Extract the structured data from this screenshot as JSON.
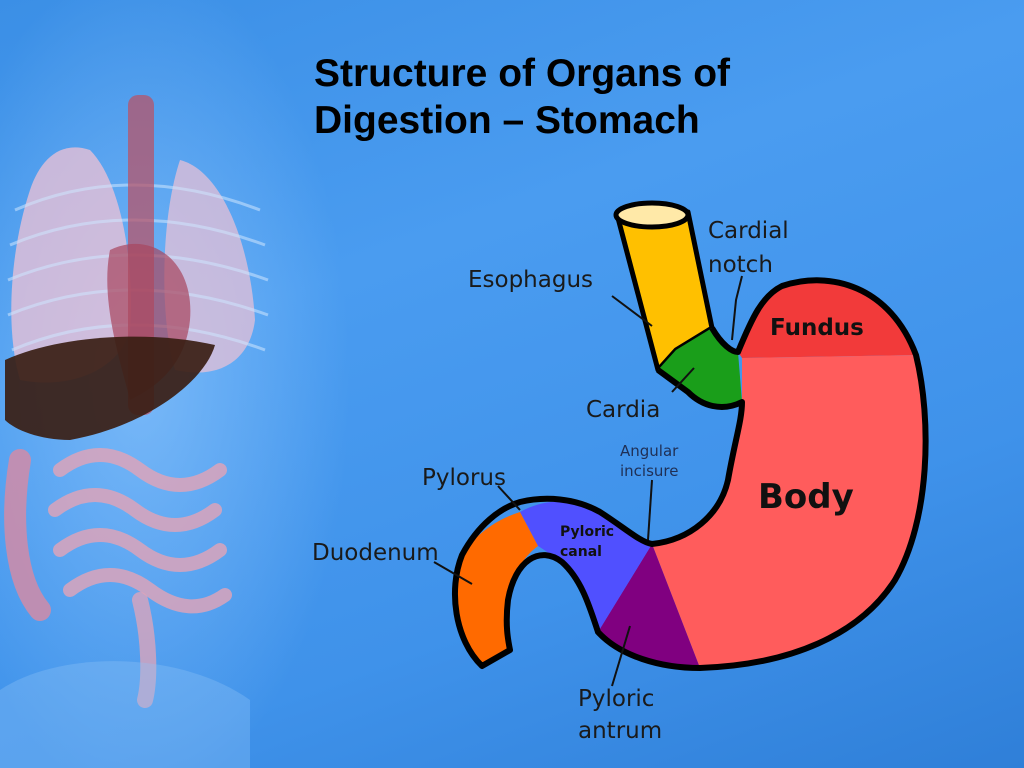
{
  "slide": {
    "title_line1": "Structure of Organs of",
    "title_line2": "Digestion – Stomach"
  },
  "diagram": {
    "labels": {
      "esophagus": "Esophagus",
      "cardial_notch_1": "Cardial",
      "cardial_notch_2": "notch",
      "fundus": "Fundus",
      "cardia": "Cardia",
      "angular_incisure_1": "Angular",
      "angular_incisure_2": "incisure",
      "pylorus": "Pylorus",
      "body": "Body",
      "pyloric_canal_1": "Pyloric",
      "pyloric_canal_2": "canal",
      "duodenum": "Duodenum",
      "pyloric_antrum_1": "Pyloric",
      "pyloric_antrum_2": "antrum"
    },
    "region_colors": {
      "esophagus": "#ffc000",
      "cardia": "#1a9e1a",
      "fundus": "#f23a3a",
      "body": "#ff5c5c",
      "pyloric_antrum": "#800080",
      "pyloric_canal": "#5050ff",
      "duodenum": "#ff6a00"
    }
  }
}
